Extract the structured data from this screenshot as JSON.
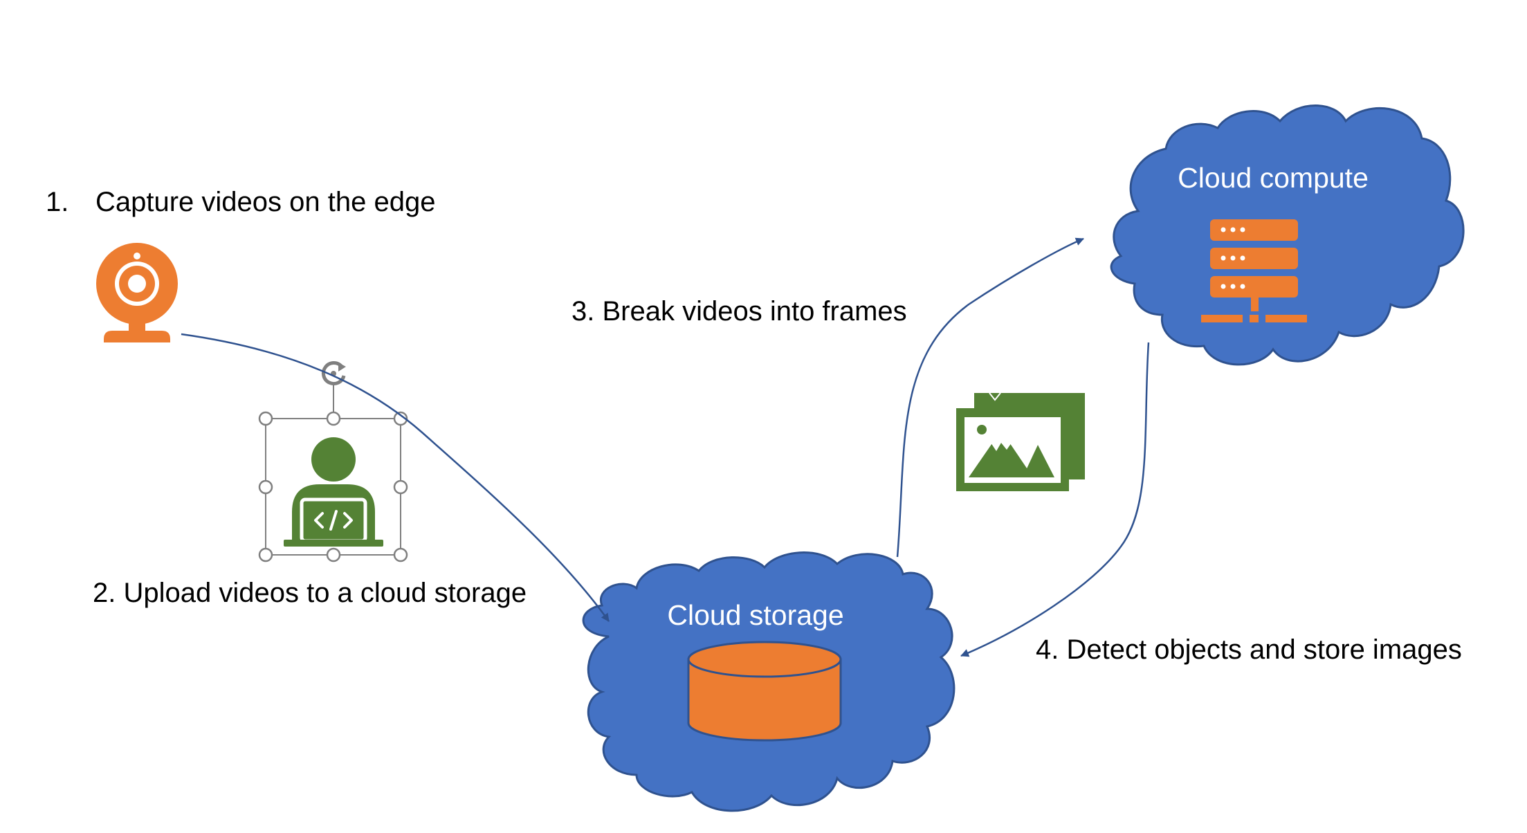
{
  "steps": {
    "step1": {
      "number": "1.",
      "label": "Capture videos on the edge"
    },
    "step2": {
      "label": "2. Upload videos to a cloud storage"
    },
    "step3": {
      "label": "3. Break videos into frames"
    },
    "step4": {
      "label": "4. Detect objects and store images"
    }
  },
  "clouds": {
    "storage": {
      "label": "Cloud storage"
    },
    "compute": {
      "label": "Cloud compute"
    }
  },
  "icons": {
    "camera": "webcam-icon",
    "developer": "developer-laptop-icon",
    "database": "database-icon",
    "server": "server-icon",
    "images": "image-gallery-icon",
    "rotate": "rotate-handle-icon"
  },
  "colors": {
    "cloud_fill": "#4472C4",
    "cloud_stroke": "#2F528F",
    "accent_orange": "#ED7D31",
    "accent_green": "#548235",
    "arrow": "#2F528F",
    "selection": "#7F7F7F"
  }
}
